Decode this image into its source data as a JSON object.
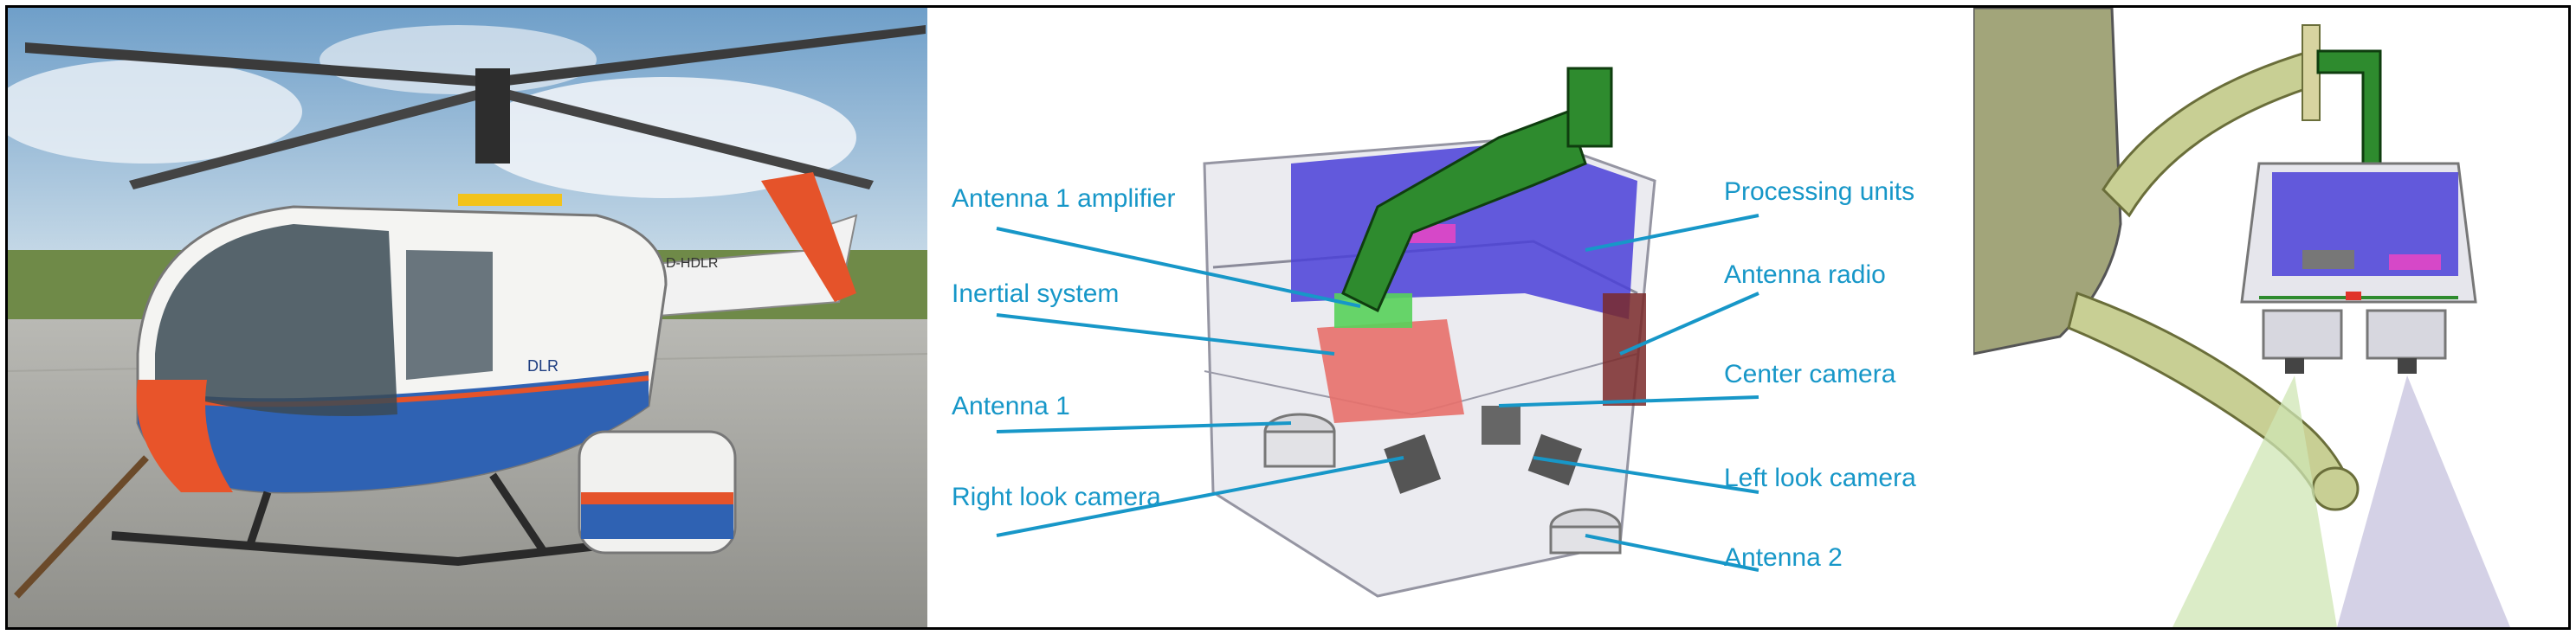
{
  "labels": {
    "antenna1_amplifier": "Antenna 1 amplifier",
    "inertial_system": "Inertial system",
    "antenna1": "Antenna 1",
    "right_look_camera": "Right look camera",
    "processing_units": "Processing units",
    "antenna_radio": "Antenna radio",
    "center_camera": "Center camera",
    "left_look_camera": "Left look camera",
    "antenna2": "Antenna 2"
  },
  "photo": {
    "logo_text": "DLR",
    "registration": "D-HDLR"
  },
  "colors": {
    "label_blue": "#1797c8",
    "mount_green": "#2e8b2e",
    "processing_blue": "#4a3fd8",
    "inertial_red": "#e8706a",
    "boom_olive": "#c8cf94"
  }
}
